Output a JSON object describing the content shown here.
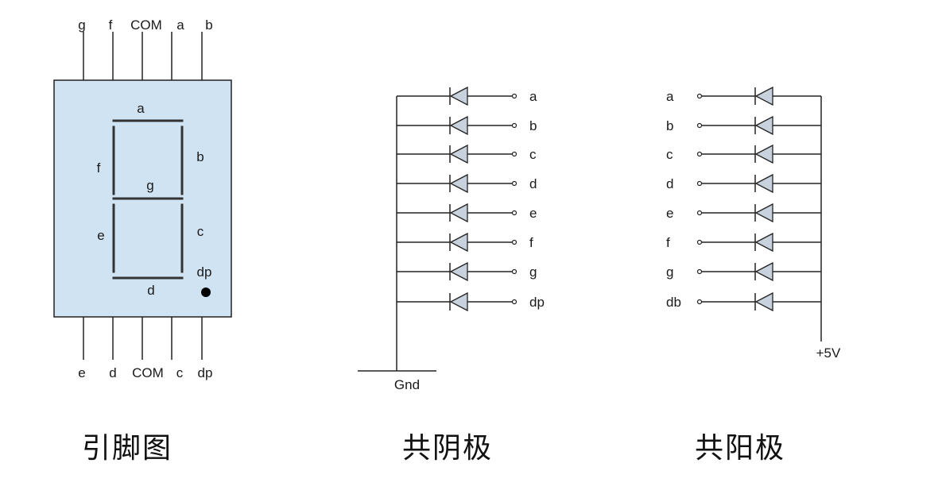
{
  "pinout": {
    "top_pins": [
      "g",
      "f",
      "COM",
      "a",
      "b"
    ],
    "bottom_pins": [
      "e",
      "d",
      "COM",
      "c",
      "dp"
    ],
    "segments": {
      "a": "a",
      "b": "b",
      "c": "c",
      "d": "d",
      "e": "e",
      "f": "f",
      "g": "g",
      "dp": "dp"
    },
    "caption": "引脚图",
    "colors": {
      "body_fill": "#cfe3f3",
      "segment": "#333333"
    }
  },
  "common_cathode": {
    "labels": [
      "a",
      "b",
      "c",
      "d",
      "e",
      "f",
      "g",
      "dp"
    ],
    "ground_label": "Gnd",
    "caption": "共阴极"
  },
  "common_anode": {
    "labels": [
      "a",
      "b",
      "c",
      "d",
      "e",
      "f",
      "g",
      "db"
    ],
    "supply_label": "+5V",
    "caption": "共阳极"
  }
}
